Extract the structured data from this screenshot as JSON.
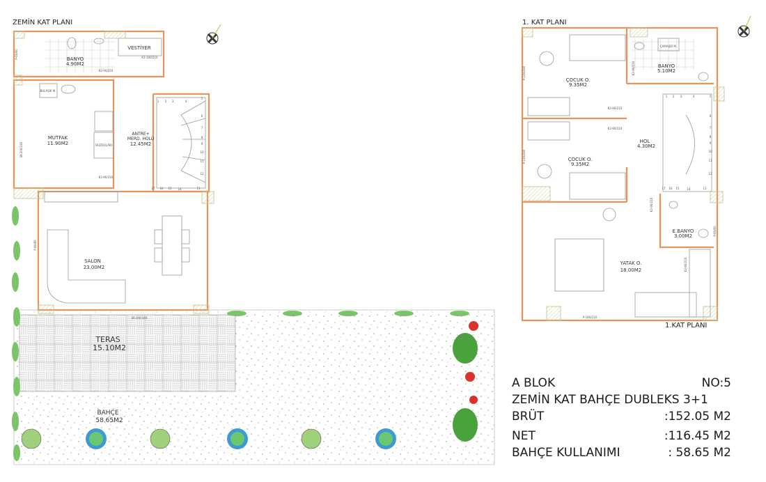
{
  "ground_floor": {
    "title": "ZEMİN KAT PLANI",
    "rooms": [
      {
        "name": "BANYO",
        "area": "4.90M2"
      },
      {
        "name": "VESTİYER",
        "area": ""
      },
      {
        "name": "MUTFAK",
        "area": "11.90M2"
      },
      {
        "name": "ANTRE+",
        "name2": "MERD. HOLÜ",
        "area": "12.45M2"
      },
      {
        "name": "SALON",
        "area": "23.00M2"
      },
      {
        "name": "TERAS",
        "area": "15.10M2"
      },
      {
        "name": "BAHÇE",
        "area": "58.65M2"
      }
    ],
    "fixtures": {
      "dishwasher": "BULAŞIK M.",
      "fridge": "BUZDOLABI"
    },
    "door_codes": [
      "K3-100/210",
      "K3-90/210",
      "K3-90/210"
    ],
    "window_codes": [
      "P-60/60",
      "SK-200/240",
      "P-80/80",
      "SK-200/240"
    ]
  },
  "first_floor": {
    "title": "1. KAT PLANI",
    "bottom_title": "1.KAT PLANI",
    "rooms": [
      {
        "name": "ÇOCUK O.",
        "area": "9.35M2"
      },
      {
        "name": "BANYO",
        "area": "5.10M2"
      },
      {
        "name": "HOL",
        "area": "4.30M2"
      },
      {
        "name": "ÇOCUK O.",
        "area": "9.35M2"
      },
      {
        "name": "E.BANYO",
        "area": "3.00M2"
      },
      {
        "name": "YATAK O.",
        "area": "18.00M2"
      }
    ],
    "fixtures": {
      "washer": "ÇAMAŞIR M."
    },
    "door_codes": [
      "K3-90/210",
      "K3-90/210",
      "K3-90/210",
      "K3-90/210",
      "K3-90/210"
    ],
    "window_codes": [
      "P-120/200",
      "P-120/200",
      "P-60/60",
      "P-180/220"
    ]
  },
  "stair_numbers": [
    "1",
    "2",
    "3",
    "4",
    "5",
    "6",
    "7",
    "8",
    "9",
    "10",
    "11",
    "12",
    "13",
    "14",
    "15",
    "16",
    "17"
  ],
  "summary": {
    "block": "A BLOK",
    "number": "NO:5",
    "type": "ZEMİN KAT BAHÇE DUBLEKS 3+1",
    "gross_label": "BRÜT",
    "gross_value": ":152.05 M2",
    "net_label": "NET",
    "net_value": ":116.45 M2",
    "garden_label": "BAHÇE KULLANIMI",
    "garden_value": ": 58.65  M2"
  },
  "colors": {
    "wall": "#e8935a",
    "plant": "#5aa845",
    "flower": "#d9342b",
    "shrub": "#3c9ad6"
  },
  "icons": [
    "compass-rose-icon",
    "tree-icon",
    "shrub-icon",
    "flower-icon"
  ]
}
